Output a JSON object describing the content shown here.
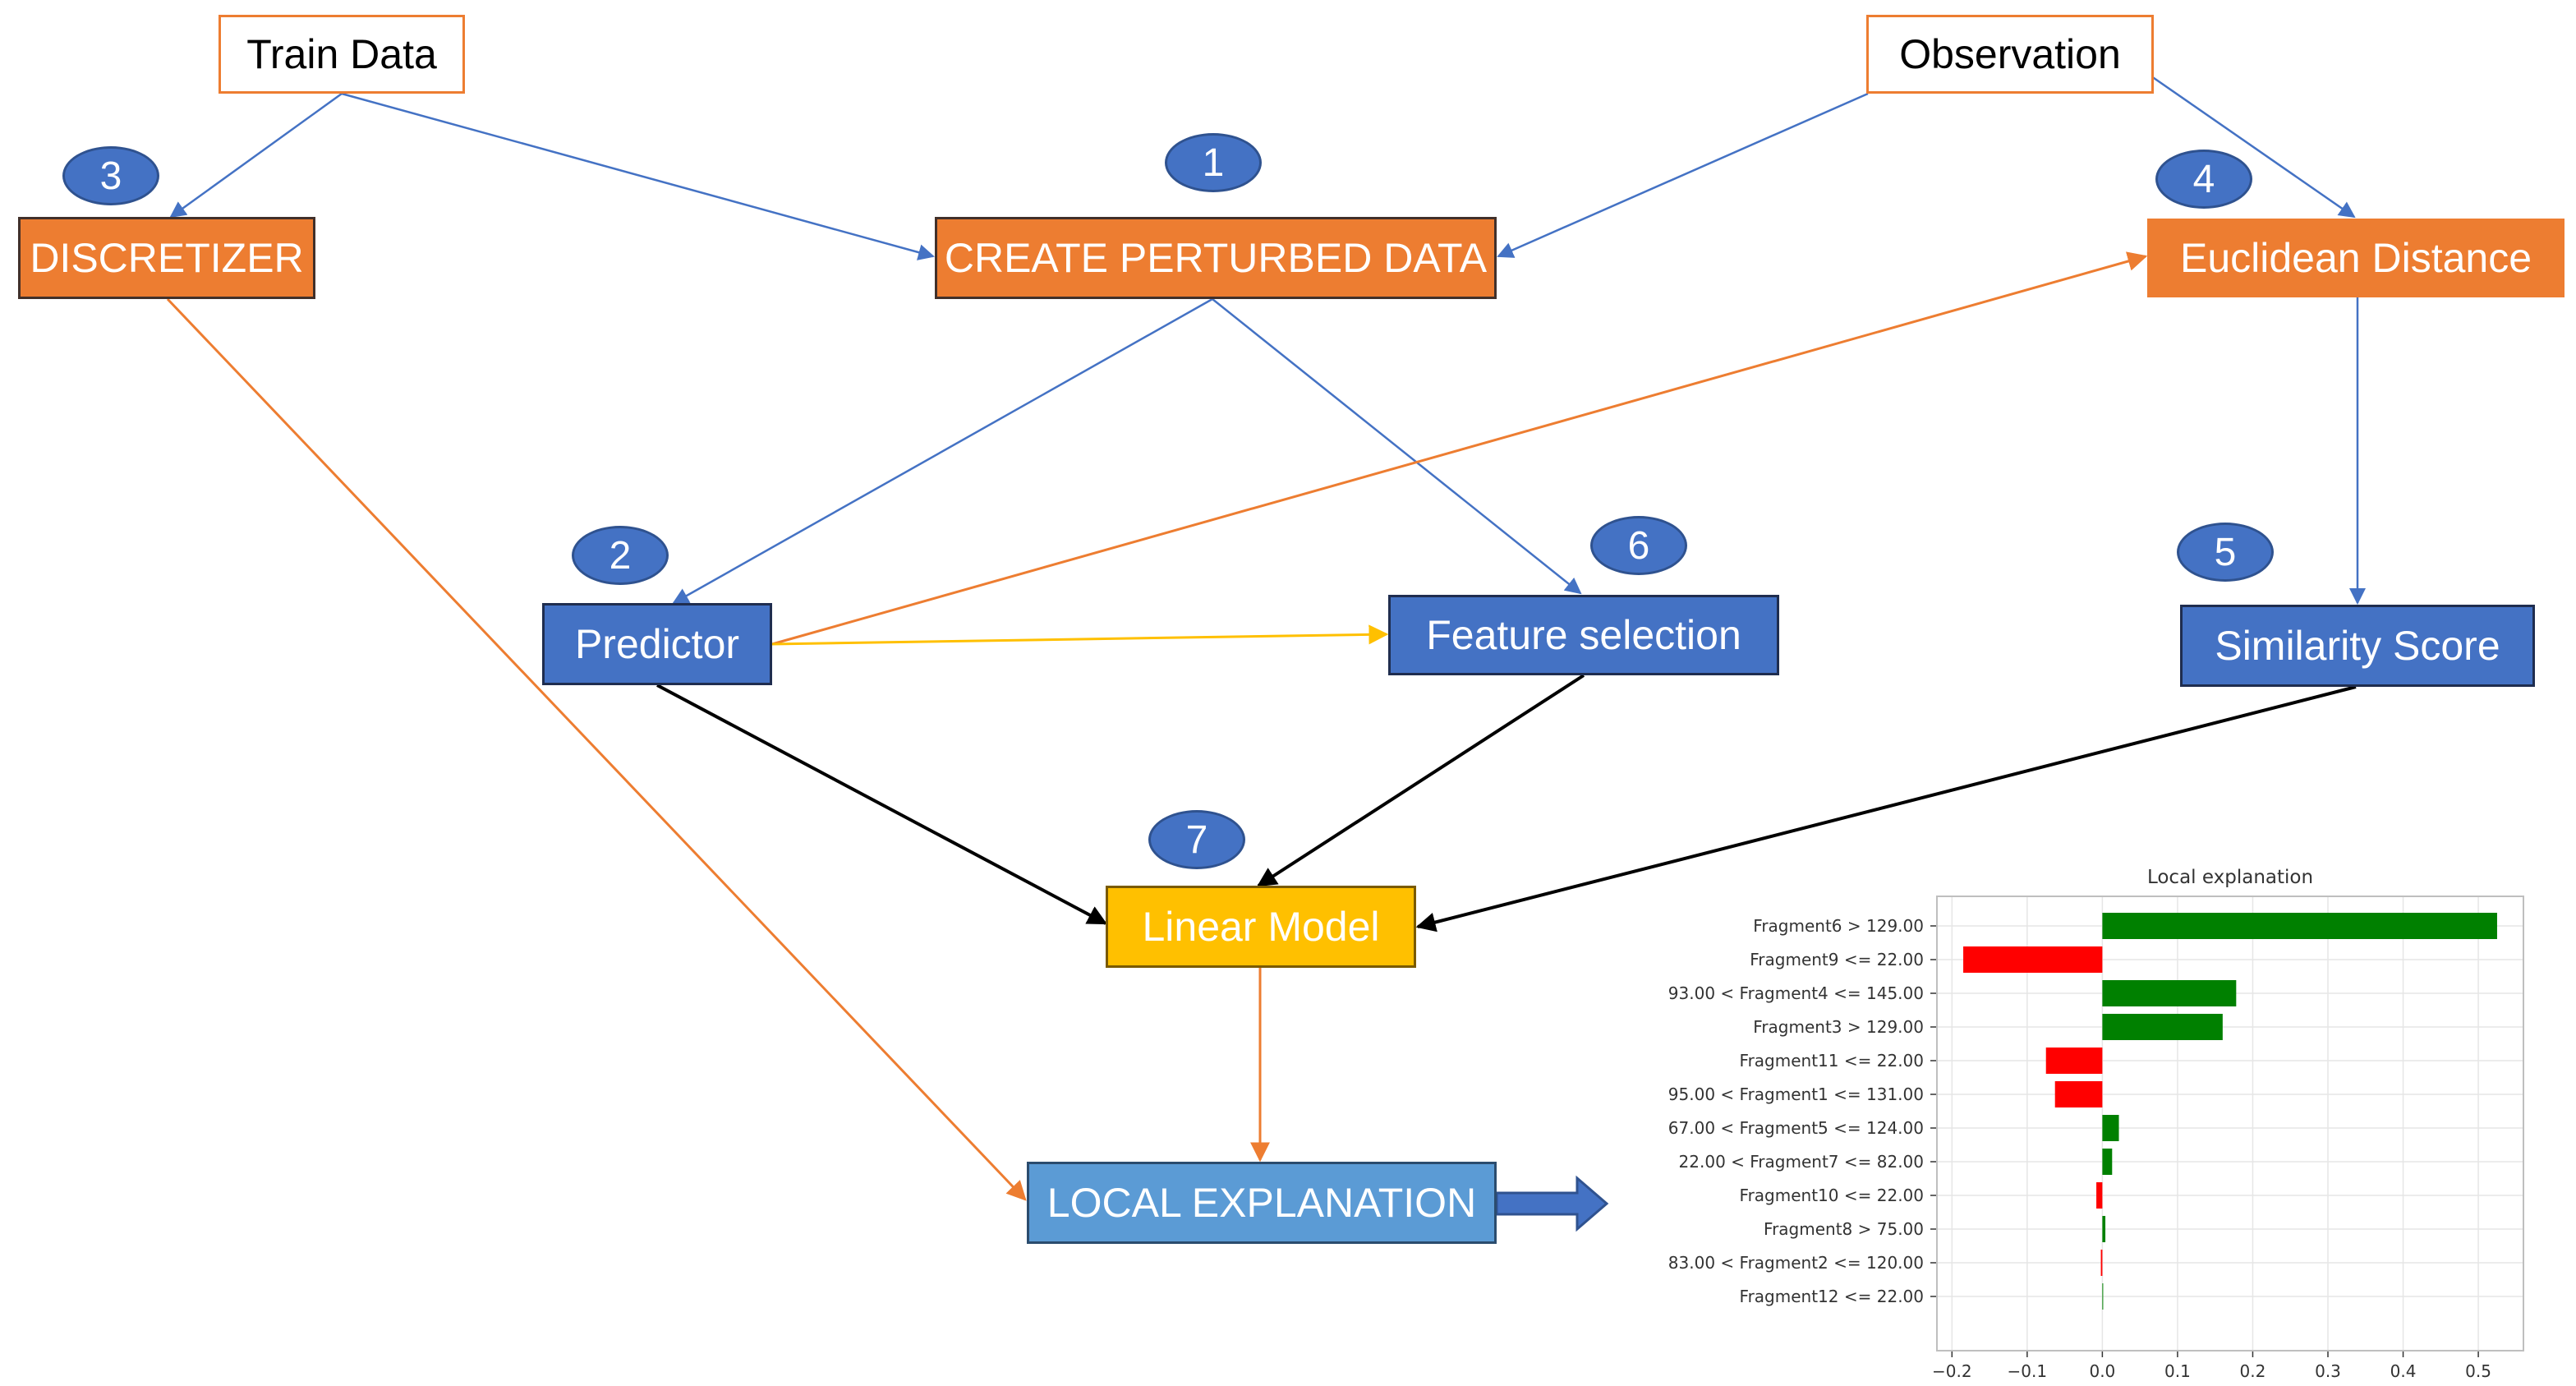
{
  "nodes": {
    "train_data": "Train Data",
    "observation": "Observation",
    "discretizer": "DISCRETIZER",
    "create_perturbed": "CREATE PERTURBED DATA",
    "euclidean": "Euclidean Distance",
    "predictor": "Predictor",
    "feature_selection": "Feature selection",
    "similarity": "Similarity Score",
    "linear_model": "Linear Model",
    "local_explanation": "LOCAL EXPLANATION"
  },
  "steps": {
    "create_perturbed": "1",
    "predictor": "2",
    "discretizer": "3",
    "euclidean": "4",
    "similarity": "5",
    "feature_selection": "6",
    "linear_model": "7"
  },
  "colors": {
    "orange": "#ed7d31",
    "blue": "#4472c4",
    "yellow": "#ffc000",
    "light_blue": "#5b9bd5",
    "edge_blue": "#4472c4",
    "edge_orange": "#ed7d31",
    "edge_yellow": "#ffc000",
    "edge_black": "#000000",
    "bar_positive": "#008000",
    "bar_negative": "#ff0000"
  },
  "edges": [
    {
      "from": "train_data",
      "to": "discretizer",
      "color": "blue"
    },
    {
      "from": "train_data",
      "to": "create_perturbed",
      "color": "blue"
    },
    {
      "from": "observation",
      "to": "create_perturbed",
      "color": "blue"
    },
    {
      "from": "observation",
      "to": "euclidean",
      "color": "blue"
    },
    {
      "from": "create_perturbed",
      "to": "predictor",
      "color": "blue"
    },
    {
      "from": "create_perturbed",
      "to": "feature_selection",
      "color": "blue"
    },
    {
      "from": "predictor",
      "to": "euclidean",
      "color": "orange"
    },
    {
      "from": "predictor",
      "to": "feature_selection",
      "color": "yellow"
    },
    {
      "from": "euclidean",
      "to": "similarity",
      "color": "blue"
    },
    {
      "from": "discretizer",
      "to": "local_explanation",
      "color": "orange"
    },
    {
      "from": "predictor",
      "to": "linear_model",
      "color": "black"
    },
    {
      "from": "feature_selection",
      "to": "linear_model",
      "color": "black"
    },
    {
      "from": "similarity",
      "to": "linear_model",
      "color": "black"
    },
    {
      "from": "linear_model",
      "to": "local_explanation",
      "color": "orange"
    }
  ],
  "chart_data": {
    "type": "bar",
    "orientation": "horizontal",
    "title": "Local explanation",
    "categories": [
      "Fragment6 > 129.00",
      "Fragment9 <= 22.00",
      "93.00 < Fragment4 <= 145.00",
      "Fragment3 > 129.00",
      "Fragment11 <= 22.00",
      "95.00 < Fragment1 <= 131.00",
      "67.00 < Fragment5 <= 124.00",
      "22.00 < Fragment7 <= 82.00",
      "Fragment10 <= 22.00",
      "Fragment8 > 75.00",
      "83.00 < Fragment2 <= 120.00",
      "Fragment12 <= 22.00"
    ],
    "values": [
      0.525,
      -0.185,
      0.178,
      0.16,
      -0.075,
      -0.063,
      0.022,
      0.013,
      -0.008,
      0.004,
      -0.002,
      0.0
    ],
    "xlim": [
      -0.22,
      0.56
    ],
    "xticks": [
      -0.2,
      -0.1,
      0.0,
      0.1,
      0.2,
      0.3,
      0.4,
      0.5
    ],
    "xtick_labels": [
      "−0.2",
      "−0.1",
      "0.0",
      "0.1",
      "0.2",
      "0.3",
      "0.4",
      "0.5"
    ],
    "grid": true
  }
}
